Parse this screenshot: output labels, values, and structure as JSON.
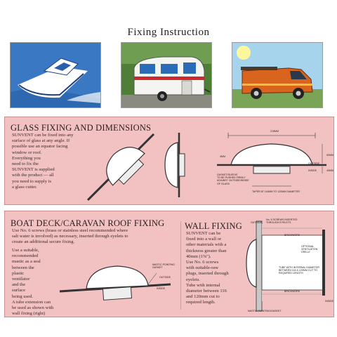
{
  "title": "Fixing Instruction",
  "illustrations": [
    {
      "name": "motor-boat"
    },
    {
      "name": "caravan"
    },
    {
      "name": "van"
    }
  ],
  "glass": {
    "heading": "GLASS FIXING AND DIMENSIONS",
    "text": "SUNVENT can be fixed into any\nsurface of glass at any angle. If\npossible use an equator facing\nwindow or roof.\n   Everything you\nneed to fix the\nSUNVENT is supplied\nwith the product — all\nyou need to supply is\na glass cutter.",
    "dim_215": "215MM",
    "dim_4": "4MM",
    "dim_50": "50MM",
    "dim_40": "40MM",
    "outside": "OUTSIDE",
    "inside": "INSIDE",
    "gasket_note": "GASKET/SLEEVE\nTO BE PUSHED FIRMLY\nAGAINST OUTSIDE/INSIDE\nOF GLASS",
    "taper_note": "TAPER AT 116MM TO 120MM DIAMETER"
  },
  "boat": {
    "heading": "BOAT DECK/CARAVAN ROOF FIXING",
    "text1": "Use No. 6 screws (brass or stainless steel recommended where\nsalt water is involved) as necessary, inserted through eyelets to\ncreate an additional secure fixing.",
    "text2": "Use a suitable,\nrecommended\nmastic as a seal\nbetween the\nplastic\nventilator\nand the\nsurface\nbeing used.\n   A tube extension can\nbe used as shown with\nwall fixing (right)",
    "mastic_label": "MASTIC POINTING\nGASKET",
    "outside": "OUTSIDE",
    "inside": "INSIDE"
  },
  "wall": {
    "heading": "WALL FIXING",
    "text": "SUNVENT can be\nfixed into a wall or\nother materials with a\nthickness greater than\n40mm (1⅝\").\n   Use No. 6 screws\nwith suitable-raw\nplugs, inserted through\neyelets.\n   Tube with internal\ndiameter between 116\nand 120mm cut to\nrequired length.",
    "screws_note": "No. 6 SCREWS INSERTED\nTHROUGH EYELETS",
    "brickwork": "BRICKWORK",
    "grille_note": "OPTIONAL\nVENTILATION\nGRILLE",
    "tube_note": "TUBE WITH INTERNAL DIAMETER\nBETWEEN 116 & 120MM CUT TO\nREQUIRED LENGTH",
    "outside": "OUTSIDE",
    "inside": "INSIDE",
    "mastic_note": "MASTIC POINTING/GASKET"
  }
}
